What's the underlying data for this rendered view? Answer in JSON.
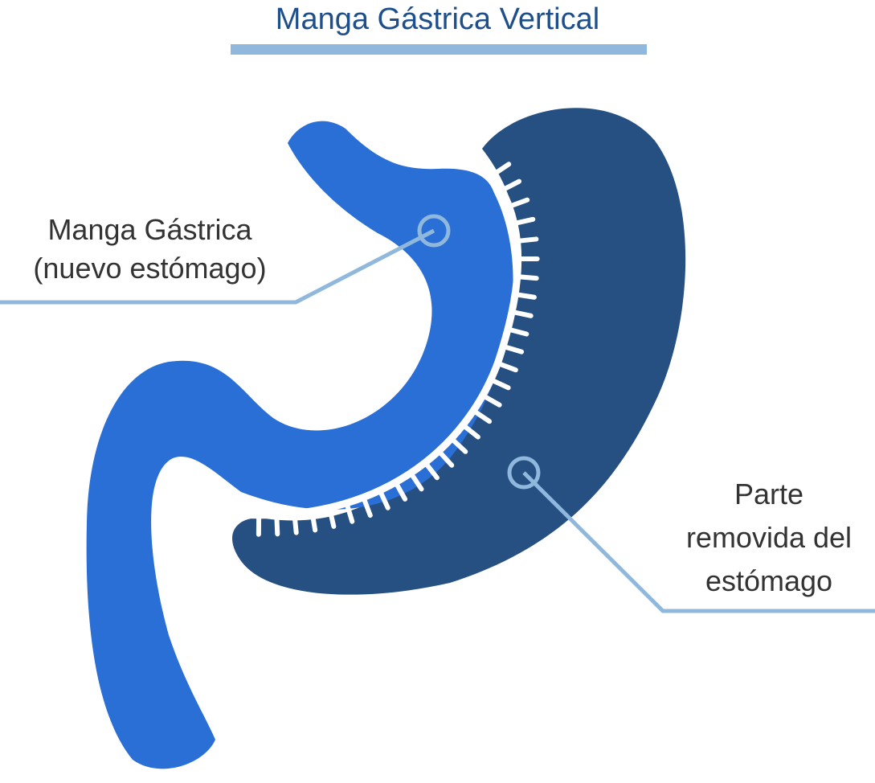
{
  "title": "Manga Gástrica Vertical",
  "labels": {
    "sleeve": [
      "Manga Gástrica",
      "(nuevo estómago)"
    ],
    "removed": [
      "Parte",
      "removida del",
      "estómago"
    ]
  },
  "colors": {
    "title_text": "#1f4f8a",
    "title_bar": "#8fb8dc",
    "sleeve": "#2a6fd6",
    "removed": "#264f82",
    "staples": "#ffffff",
    "leader_lines": "#8fb8dc",
    "label_text": "#333333"
  }
}
